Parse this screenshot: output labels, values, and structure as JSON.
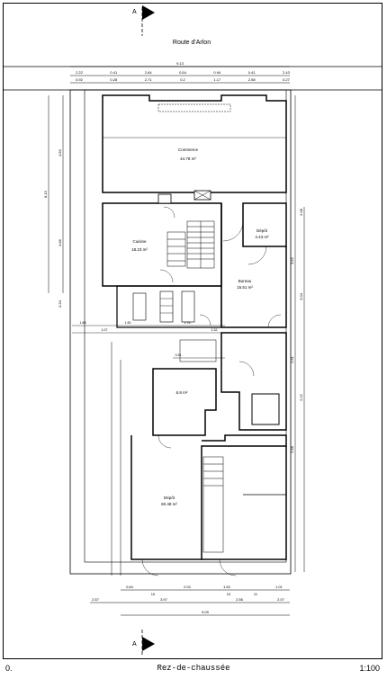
{
  "drawing": {
    "street_name": "Route d'Arlon",
    "sheet_number": "0.",
    "sheet_title": "Rez-de-chaussée",
    "scale": "1:100",
    "north_mark": "A"
  },
  "rooms": {
    "commerce": {
      "name": "Commerce",
      "area": "44.78 m²"
    },
    "cuisine": {
      "name": "Cuisine",
      "area": "18.23 m²"
    },
    "depot_small": {
      "name": "Dépôt",
      "area": "4.43 m²"
    },
    "bureau": {
      "name": "Bureau",
      "area": "15.51 m²"
    },
    "room_center": {
      "area": "6.8 m²"
    },
    "depot_large": {
      "name": "Dépôt",
      "area": "60.48 m²"
    }
  },
  "dimensions": {
    "top_total": "9.13",
    "top_row1": [
      "2.22",
      "0.41",
      "2.64",
      "0.54",
      "0.94",
      "0.41",
      "2.43"
    ],
    "top_row2": [
      "0.92",
      "0.28",
      "2.71",
      "0.2",
      "1.17",
      "2.58",
      "0.27"
    ],
    "left_col": [
      "8.15",
      "4.83",
      "3.86",
      "0.34"
    ],
    "right_col": [
      "2.08",
      "3.62",
      "3.04",
      "2.61",
      "2.22",
      "2.68"
    ],
    "bottom_row1": [
      "0.64",
      "2.02",
      "1.52",
      "1.01"
    ],
    "bottom_row2": [
      "2.57",
      "3.97",
      "2.56",
      "2.07"
    ],
    "bottom_total": "9.09",
    "door_tags": [
      "10",
      "10",
      "11"
    ],
    "mid_labels": [
      "1.88",
      "1.07",
      "1.50",
      "3.51",
      "1.76",
      "2.32"
    ]
  }
}
